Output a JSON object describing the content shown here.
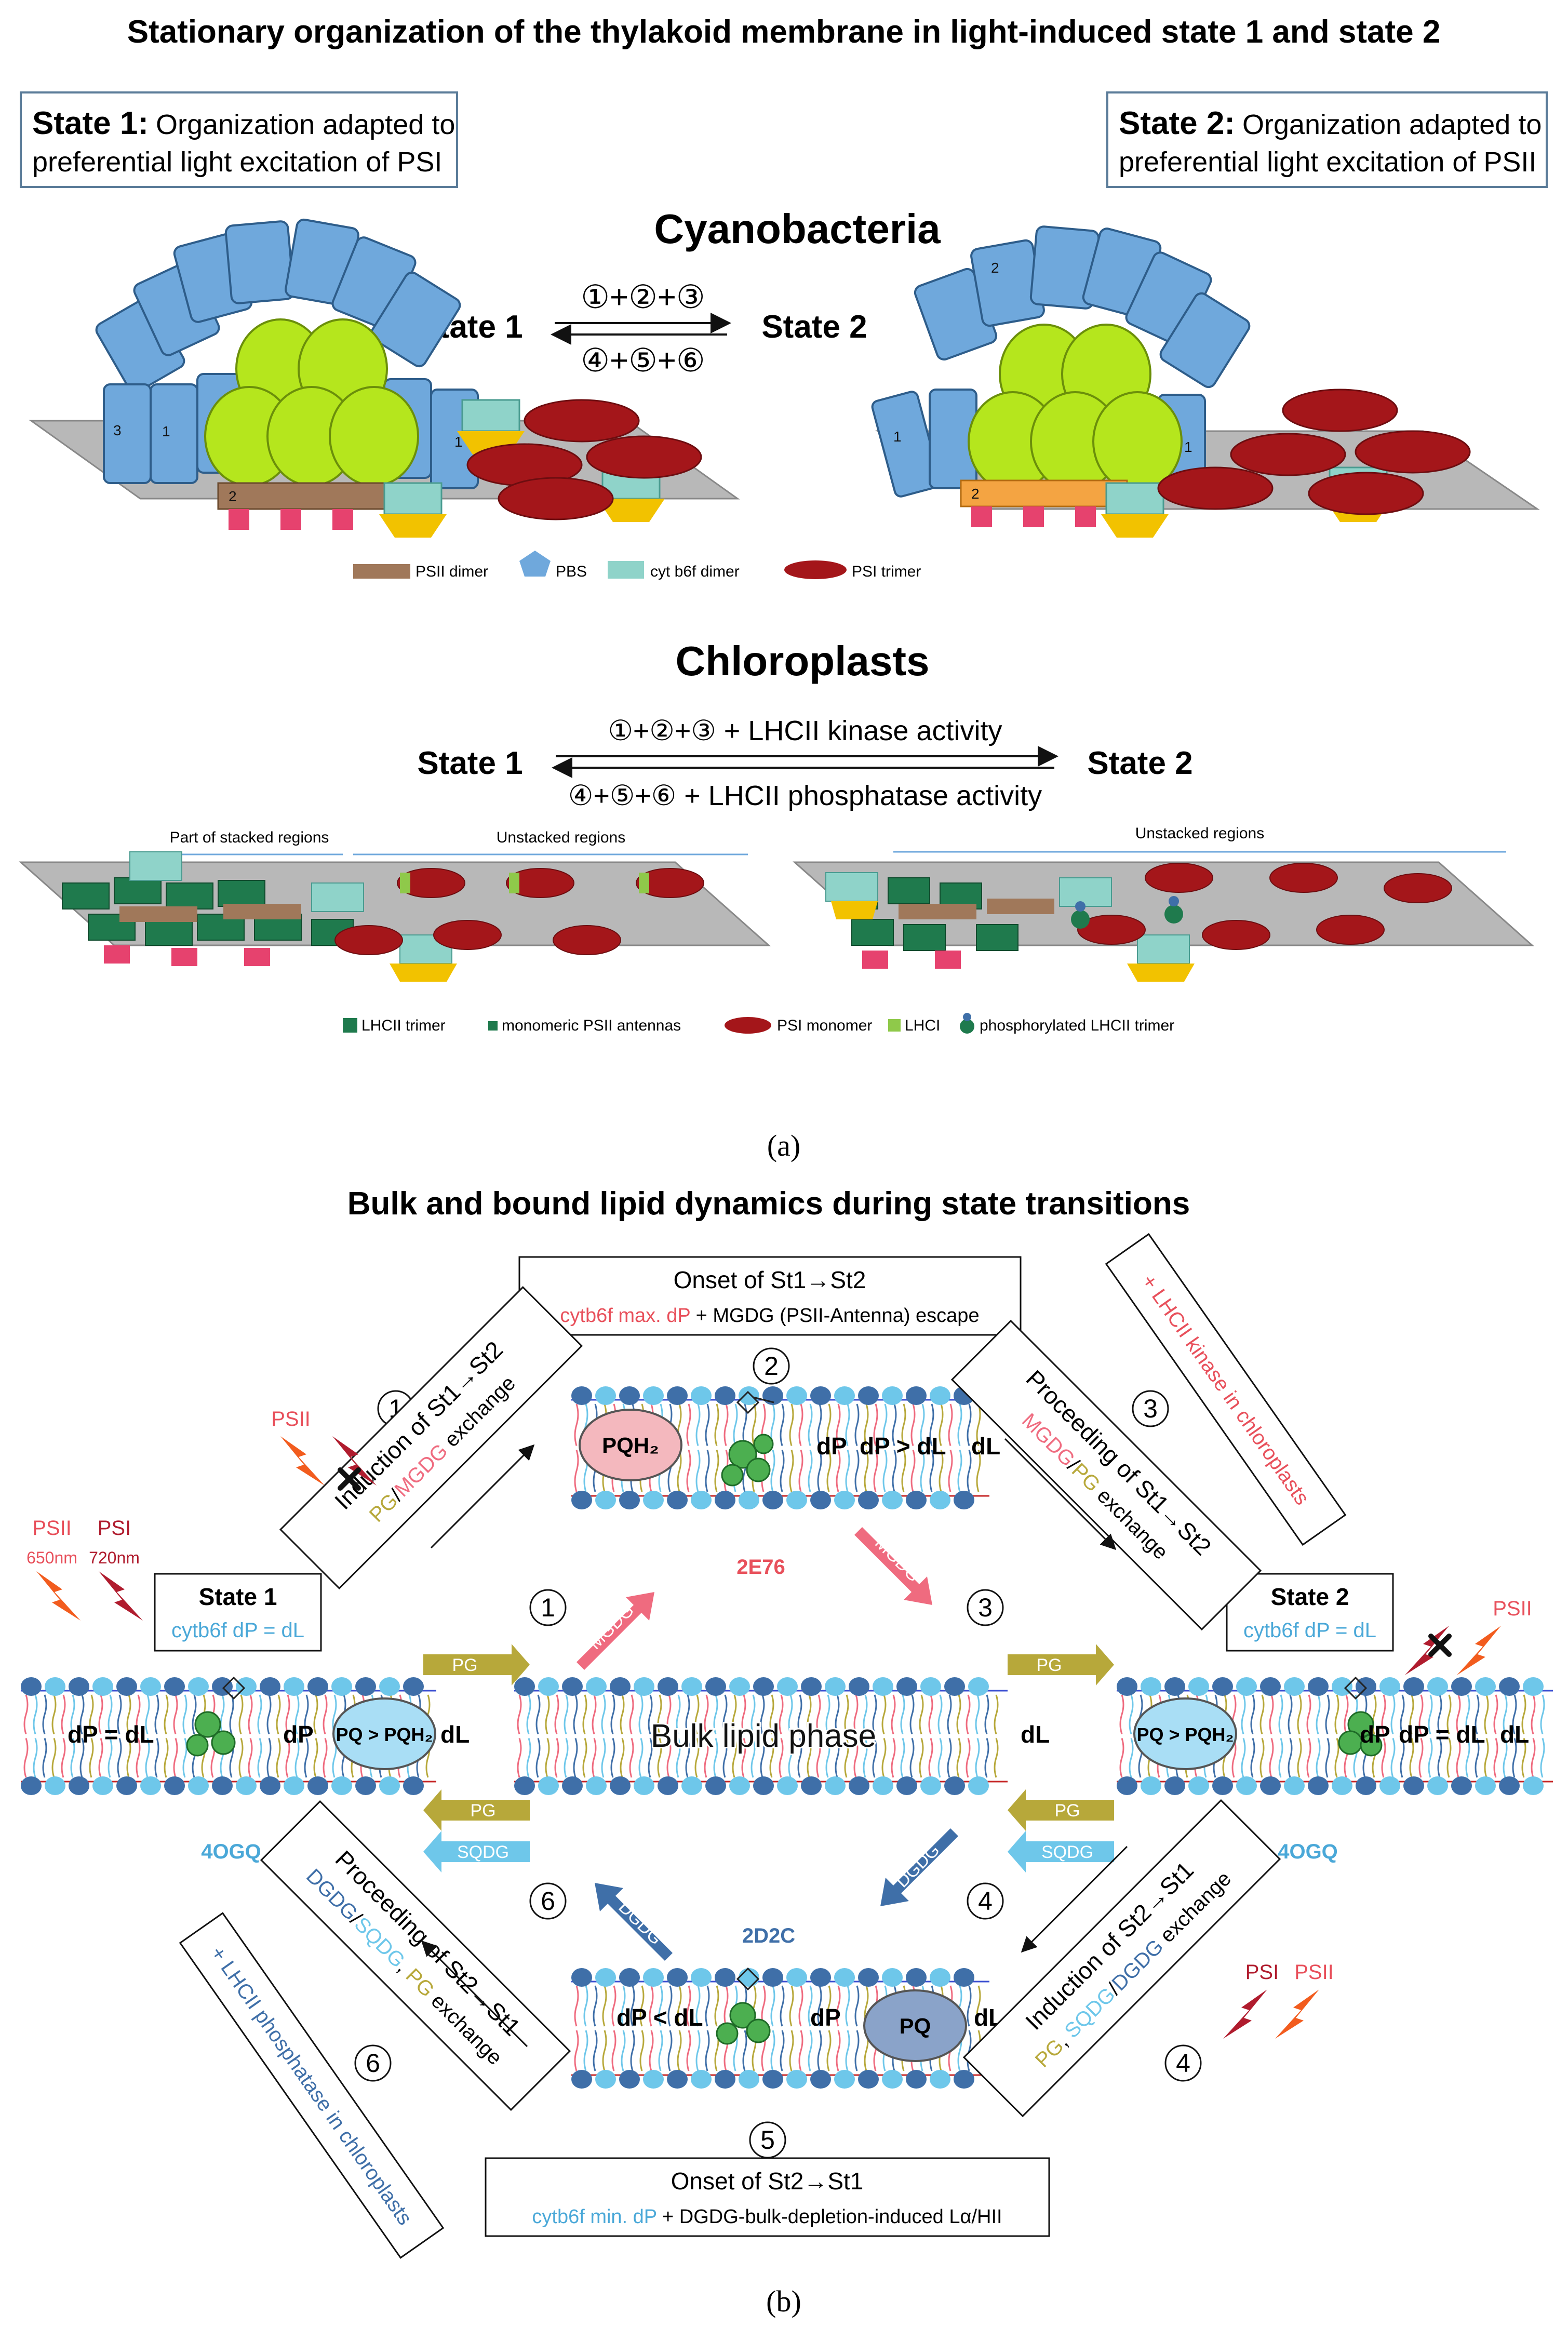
{
  "a": {
    "title": "Stationary organization of the thylakoid membrane in light-induced state 1 and state 2",
    "state1_box": {
      "bold": "State 1:",
      "line1": "Organization adapted to",
      "line2": "preferential light excitation of PSI"
    },
    "state2_box": {
      "bold": "State 2:",
      "line1": "Organization adapted to",
      "line2": "preferential light excitation of PSII"
    },
    "cyano": {
      "heading": "Cyanobacteria",
      "state1": "State 1",
      "state2": "State 2",
      "forward": "①+②+③",
      "backward": "④+⑤+⑥",
      "legend": [
        "PSII dimer",
        "PBS",
        "cyt b6f dimer",
        "PSI trimer"
      ],
      "rod_numbers": [
        "1",
        "2",
        "3"
      ]
    },
    "chloro": {
      "heading": "Chloroplasts",
      "state1": "State 1",
      "state2": "State 2",
      "forward": "①+②+③ + LHCII kinase activity",
      "backward": "④+⑤+⑥ + LHCII phosphatase activity",
      "stacked": "Part of stacked regions",
      "unstacked_left": "Unstacked regions",
      "unstacked_right": "Unstacked regions",
      "legend": [
        "LHCII trimer",
        "monomeric PSII antennas",
        "PSI monomer",
        "LHCI",
        "phosphorylated LHCII trimer"
      ]
    },
    "label": "(a)"
  },
  "b": {
    "title": "Bulk and bound lipid dynamics during state transitions",
    "top_box": {
      "line1": "Onset of St1→St2",
      "line2_red": "cytb6f max. dP",
      "line2_rest": " + MGDG (PSII-Antenna) escape"
    },
    "bottom_box": {
      "line1": "Onset of St2→St1",
      "line2_blue": "cytb6f min. dP",
      "line2_rest": " + DGDG-bulk-depletion-induced Lα/HII"
    },
    "state1_box": {
      "title": "State 1",
      "sub": "cytb6f dP = dL"
    },
    "state2_box": {
      "title": "State 2",
      "sub": "cytb6f dP = dL"
    },
    "rot_boxes": {
      "induction12": {
        "line1": "Induction of St1→St2",
        "pg": "PG",
        "mgdg": "MGDG",
        "rest": " exchange"
      },
      "proceeding12": {
        "line1": "Proceeding of St1→St2",
        "mgdg": "MGDG",
        "pg": "PG",
        "rest": " exchange"
      },
      "proceeding21": {
        "line1": "Proceeding of St2→St1",
        "dgdg": "DGDG",
        "sqdg": "SQDG",
        "pg": "PG",
        "rest": " exchange"
      },
      "induction21": {
        "line1": "Induction of St2→St1",
        "pg": "PG",
        "sqdg": "SQDG",
        "dgdg": "DGDG",
        "rest": " exchange"
      },
      "kinase": "+ LHCII kinase in chloroplasts",
      "phosphatase": "+ LHCII phosphatase in chloroplasts"
    },
    "lights": {
      "psii": "PSII",
      "psi": "PSI",
      "psii_nm": "650nm",
      "psi_nm": "720nm"
    },
    "pdb": [
      "2E76",
      "4OGQ",
      "4OGQ",
      "2D2C"
    ],
    "bulk": "Bulk lipid phase",
    "pools": {
      "pqh2": "PQH₂",
      "pq_gt_pqh2": "PQ > PQH₂",
      "pq": "PQ"
    },
    "relations": {
      "eq": "dP = dL",
      "gt": "dP > dL",
      "lt": "dP < dL",
      "dp": "dP",
      "dl": "dL"
    },
    "lipids": {
      "pg": "PG",
      "mgdg": "MGDG",
      "sqdg": "SQDG",
      "dgdg": "DGDG"
    },
    "steps": [
      "①",
      "②",
      "③",
      "④",
      "⑤",
      "⑥"
    ],
    "label": "(b)"
  },
  "colors": {
    "pbs_blue": "#6fa8dc",
    "psii_green": "#b5e61d",
    "psi_red": "#a4161a",
    "psii_brown": "#a0785a",
    "pink": "#e6426e",
    "cyt_teal": "#8fd3c9",
    "yellow": "#f2c200",
    "lhcii": "#1f7a4d",
    "pg": "#b7a83a",
    "mgdg": "#ef6b7f",
    "sqdg": "#6ec7ea",
    "dgdg": "#3f6fa8",
    "red_text": "#e8505b",
    "blue_text": "#4aa8d8"
  }
}
